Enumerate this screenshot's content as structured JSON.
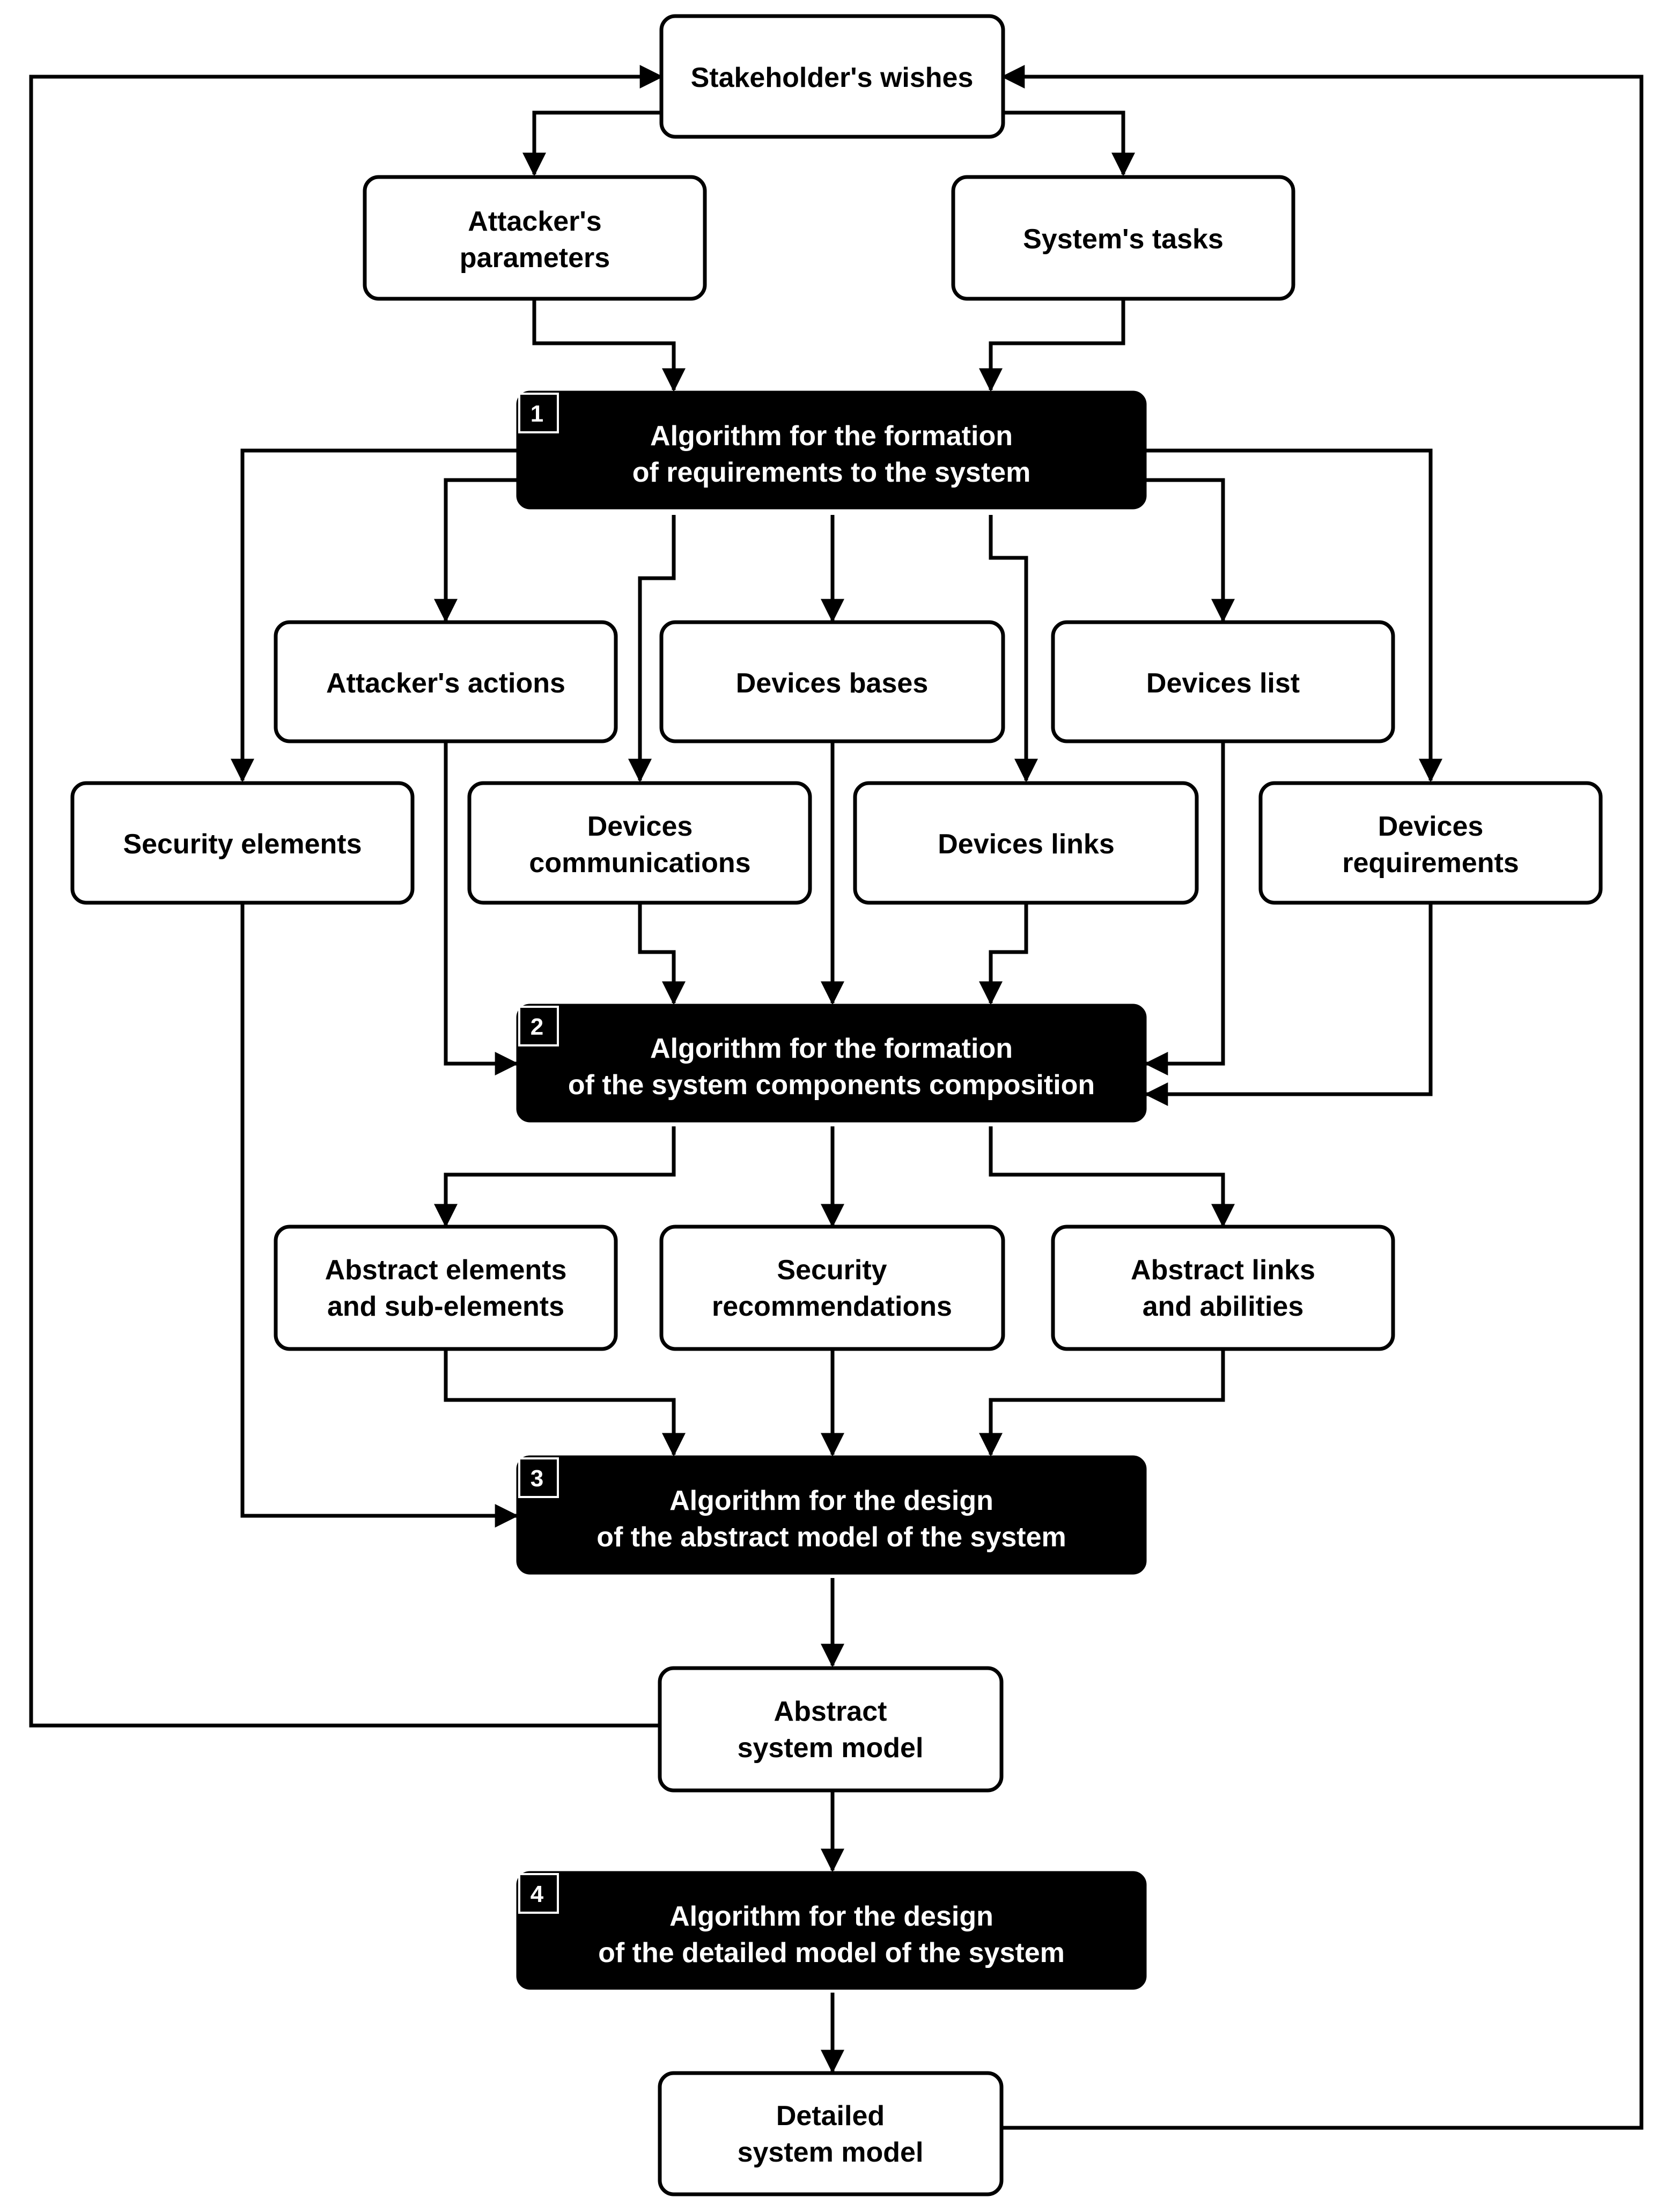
{
  "nodes": {
    "stakeholders_wishes": [
      "Stakeholder's wishes"
    ],
    "attackers_parameters": [
      "Attacker's",
      "parameters"
    ],
    "systems_tasks": [
      "System's tasks"
    ],
    "attackers_actions": [
      "Attacker's actions"
    ],
    "devices_bases": [
      "Devices bases"
    ],
    "devices_list": [
      "Devices list"
    ],
    "security_elements": [
      "Security elements"
    ],
    "devices_communications": [
      "Devices",
      "communications"
    ],
    "devices_links": [
      "Devices links"
    ],
    "devices_requirements": [
      "Devices",
      "requirements"
    ],
    "abstract_elements": [
      "Abstract elements",
      "and sub-elements"
    ],
    "security_recommendations": [
      "Security",
      "recommendations"
    ],
    "abstract_links": [
      "Abstract links",
      "and abilities"
    ],
    "abstract_system_model": [
      "Abstract",
      "system model"
    ],
    "detailed_system_model": [
      "Detailed",
      "system model"
    ]
  },
  "algorithms": {
    "algo1": {
      "number": "1",
      "lines": [
        "Algorithm for the formation",
        "of requirements to the system"
      ]
    },
    "algo2": {
      "number": "2",
      "lines": [
        "Algorithm for the formation",
        "of the system components composition"
      ]
    },
    "algo3": {
      "number": "3",
      "lines": [
        "Algorithm for the design",
        "of the abstract model of the system"
      ]
    },
    "algo4": {
      "number": "4",
      "lines": [
        "Algorithm for the design",
        "of the detailed model of the system"
      ]
    }
  },
  "colors": {
    "algorithm_fill": "#000000",
    "algorithm_text": "#ffffff",
    "box_fill": "#ffffff",
    "line": "#000000"
  }
}
